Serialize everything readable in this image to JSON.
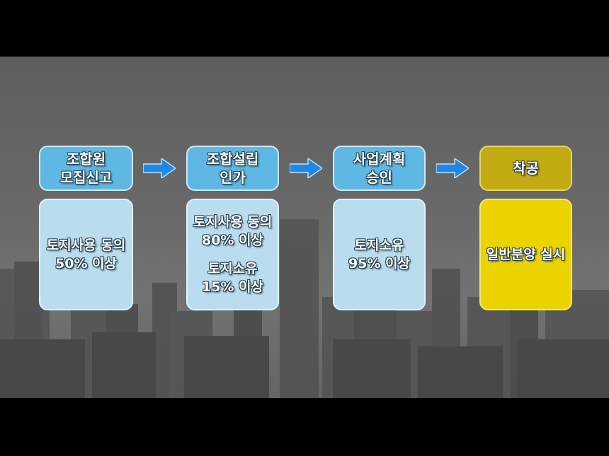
{
  "steps": [
    {
      "title_lines": [
        "조합원",
        "모집신고"
      ],
      "detail_blocks": [
        [
          "토지사용 동의",
          "50% 이상"
        ]
      ]
    },
    {
      "title_lines": [
        "조합설립",
        "인가"
      ],
      "detail_blocks": [
        [
          "토지사용 동의",
          "80% 이상"
        ],
        [
          "토지소유",
          "15% 이상"
        ]
      ]
    },
    {
      "title_lines": [
        "사업계획",
        "승인"
      ],
      "detail_blocks": [
        [
          "토지소유",
          "95% 이상"
        ]
      ]
    },
    {
      "title_lines": [
        "착공"
      ],
      "detail_blocks": [
        [
          "일반분양 실시"
        ]
      ]
    }
  ],
  "colors": {
    "step_header": "#5fb8e4",
    "step_body": "#b9dcef",
    "final_header": "#c2aa13",
    "final_body": "#ebd300",
    "arrow": "#1e88e5"
  }
}
